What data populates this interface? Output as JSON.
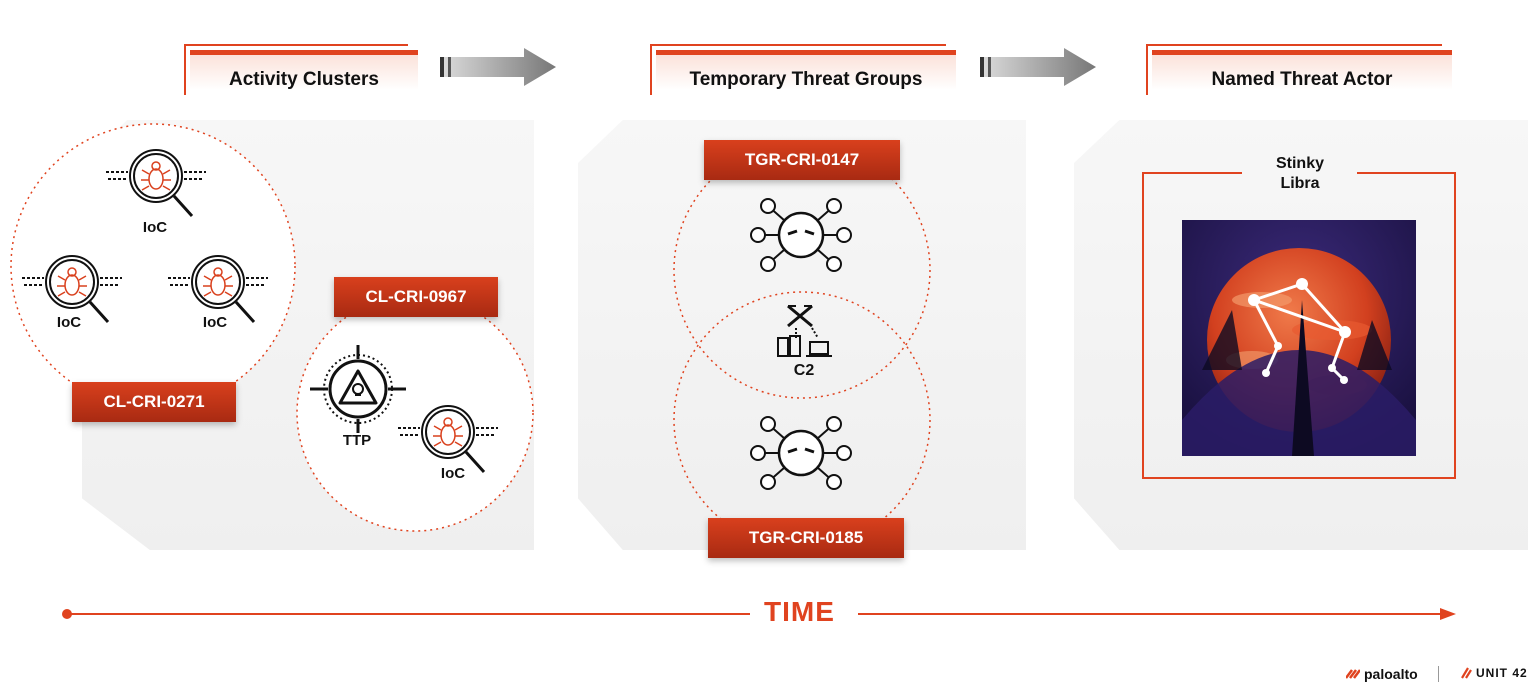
{
  "stages": {
    "activity_clusters": "Activity Clusters",
    "temporary_threat_groups": "Temporary Threat Groups",
    "named_threat_actor": "Named Threat Actor"
  },
  "clusters": {
    "cl_0271": "CL-CRI-0271",
    "cl_0967": "CL-CRI-0967"
  },
  "groups": {
    "tgr_0147": "TGR-CRI-0147",
    "tgr_0185": "TGR-CRI-0185"
  },
  "labels": {
    "ioc": "IoC",
    "ttp": "TTP",
    "c2": "C2"
  },
  "actor": {
    "name_line1": "Stinky",
    "name_line2": "Libra"
  },
  "timeline": {
    "label": "TIME"
  },
  "footer": {
    "brand1": "paloalto",
    "brand2": "UNIT 42"
  },
  "colors": {
    "accent": "#e0431f",
    "tag_dark": "#a82a12"
  },
  "icons": [
    "bug-magnifier-icon",
    "target-skull-icon",
    "actor-network-icon",
    "c2-server-icon",
    "constellation-image"
  ]
}
